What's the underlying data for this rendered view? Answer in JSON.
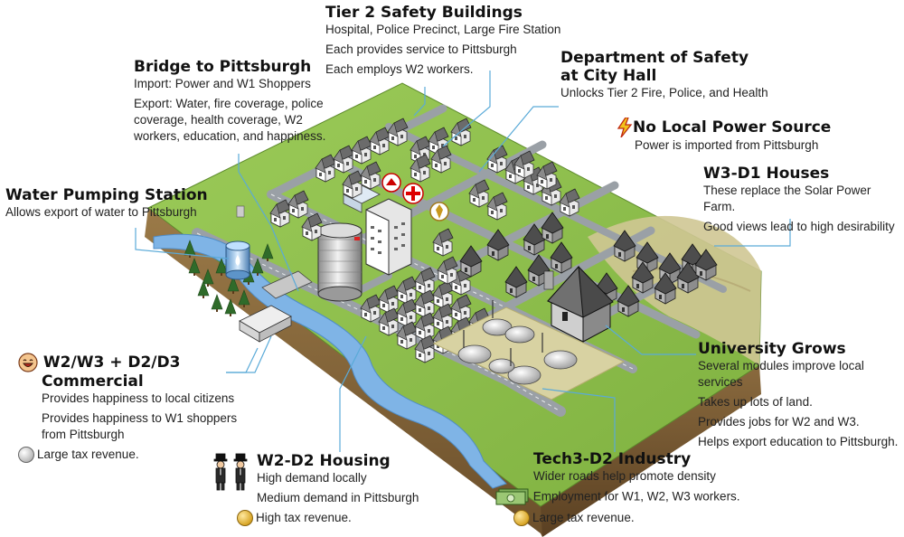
{
  "callouts": {
    "tier2": {
      "title": "Tier 2 Safety Buildings",
      "lines": [
        "Hospital, Police Precinct, Large Fire Station",
        "Each provides service to Pittsburgh",
        "Each employs W2 workers."
      ]
    },
    "bridge": {
      "title": "Bridge to Pittsburgh",
      "lines": [
        "Import: Power and W1 Shoppers",
        "Export: Water, fire coverage, police",
        "coverage, health coverage, W2",
        "workers, education, and happiness."
      ]
    },
    "safety_dept": {
      "title_line1": "Department of Safety",
      "title_line2": "at City Hall",
      "lines": [
        "Unlocks Tier 2 Fire, Police, and Health"
      ]
    },
    "power": {
      "title": "No Local Power Source",
      "lines": [
        "Power is imported from Pittsburgh"
      ],
      "icon": "lightning-icon"
    },
    "w3_houses": {
      "title": "W3-D1 Houses",
      "lines": [
        "These replace the Solar Power Farm.",
        "Good views lead to high desirability"
      ]
    },
    "water": {
      "title": "Water Pumping Station",
      "lines": [
        "Allows export of water to Pittsburgh"
      ]
    },
    "commercial": {
      "title_line1": "W2/W3 + D2/D3",
      "title_line2": "Commercial",
      "lines": [
        "Provides happiness to local citizens",
        "Provides happiness to W1 shoppers",
        "from Pittsburgh",
        "Large tax revenue."
      ],
      "icon": "happy-face-icon"
    },
    "university": {
      "title": "University Grows",
      "lines": [
        "Several modules improve local services",
        "Takes up lots of land.",
        "Provides jobs for W2 and W3.",
        "Helps export education to Pittsburgh."
      ]
    },
    "housing": {
      "title": "W2-D2 Housing",
      "lines": [
        "High demand locally",
        "Medium demand in Pittsburgh",
        "High tax revenue."
      ],
      "icon": "residents-icon"
    },
    "industry": {
      "title": "Tech3-D2 Industry",
      "lines": [
        "Wider roads help promote density",
        "Employment for  W1, W2, W3 workers.",
        "Large tax revenue."
      ],
      "icon": "money-icon"
    }
  },
  "colors": {
    "grass": "#8fbf4f",
    "grass_dark": "#6f9e35",
    "river": "#7fb4e6",
    "road": "#9aa0a6",
    "soil": "#8a6a3e",
    "leader": "#5aaad8",
    "sand": "#d8d2a2"
  }
}
